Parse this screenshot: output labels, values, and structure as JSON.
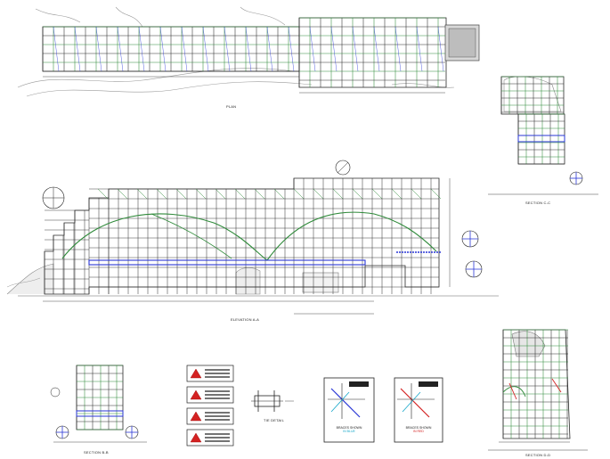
{
  "titles": {
    "plan": "PLAN",
    "section_cc": "SECTION C-C",
    "elevation": "ELEVATION A-A",
    "section_bb": "SECTION B-B",
    "tie_detail": "TIE DETAIL",
    "section_dd": "SECTION D-D"
  },
  "braces": {
    "blue_line1": "BRACES SHOWN",
    "blue_line2": "IN BLUE",
    "red_line1": "BRACES SHOWN",
    "red_line2": "IN RED"
  },
  "colors": {
    "grid": "#2a2a2a",
    "member": "#2f8a3a",
    "brace_blue": "#2a37d6",
    "brace_red": "#d42222",
    "cyan": "#16a7c9"
  }
}
